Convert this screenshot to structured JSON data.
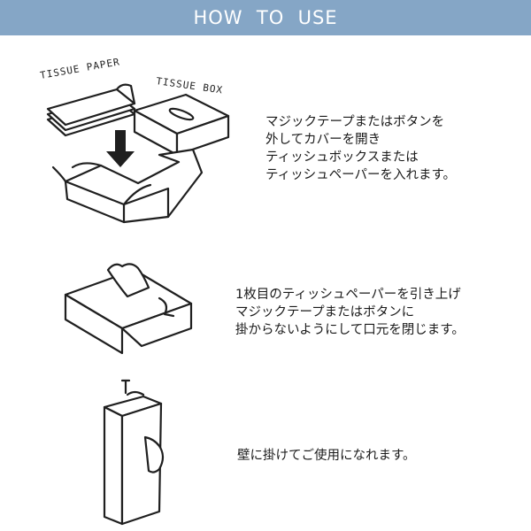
{
  "header": {
    "title": "HOW  TO  USE"
  },
  "steps": [
    {
      "illustration": {
        "label_paper": "TISSUE PAPER",
        "label_box": "TISSUE BOX"
      },
      "lines": [
        "マジックテープまたはボタンを",
        "外してカバーを開き",
        "ティッシュボックスまたは",
        "ティッシュペーパーを入れます。"
      ]
    },
    {
      "lines": [
        "1枚目のティッシュペーパーを引き上げ",
        "マジックテープまたはボタンに",
        "掛からないようにして口元を閉じます。"
      ]
    },
    {
      "lines": [
        "壁に掛けてご使用になれます。"
      ]
    }
  ],
  "colors": {
    "header_bg": "#85a6c6",
    "header_text": "#ffffff",
    "ink": "#1f1f1f"
  }
}
